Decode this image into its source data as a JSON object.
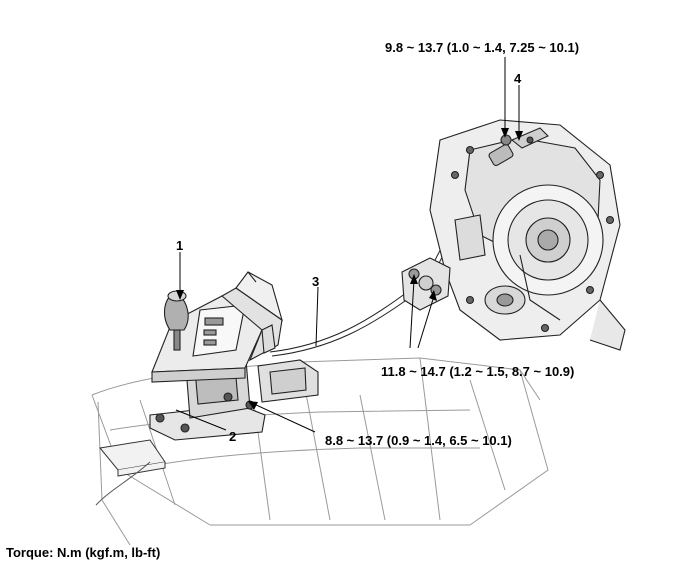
{
  "callouts": {
    "shift_lever": "1",
    "lever_bracket": "2",
    "shift_cable": "3",
    "cable_end": "4"
  },
  "torques": {
    "transaxle_cable_nut": "9.8 ~ 13.7 (1.0 ~ 1.4, 7.25 ~ 10.1)",
    "cable_bracket_bolts": "11.8 ~ 14.7 (1.2 ~ 1.5, 8.7 ~ 10.9)",
    "lever_mounting_bolts": "8.8 ~ 13.7 (0.9 ~ 1.4, 6.5 ~ 10.1)"
  },
  "footnote": "Torque: N.m (kgf.m, lb-ft)"
}
